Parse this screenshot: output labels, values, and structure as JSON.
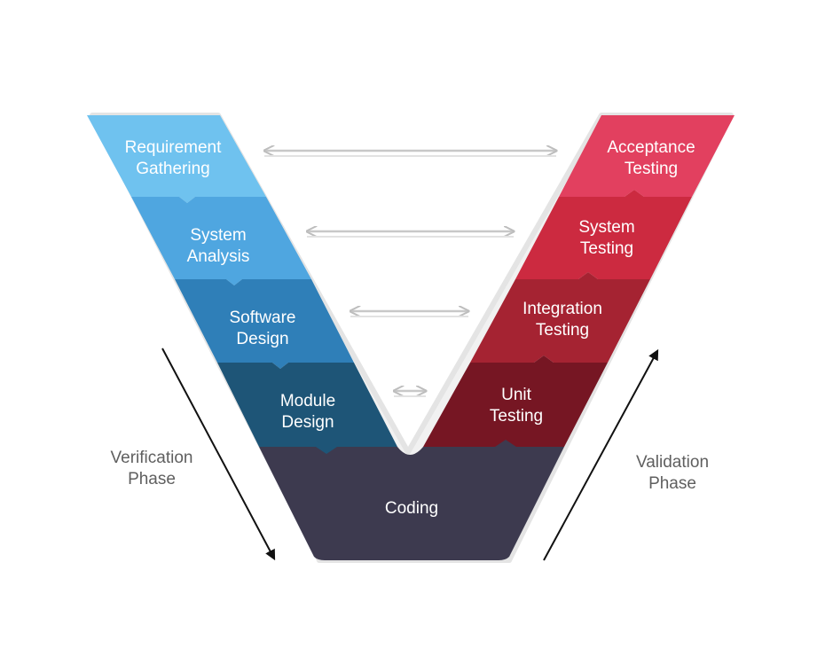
{
  "diagram": {
    "verification_phase": {
      "label_line1": "Verification",
      "label_line2": "Phase",
      "stages": [
        {
          "line1": "Requirement",
          "line2": "Gathering",
          "color": "#6fc2ef"
        },
        {
          "line1": "System",
          "line2": "Analysis",
          "color": "#4fa6e0"
        },
        {
          "line1": "Software",
          "line2": "Design",
          "color": "#2f7fb8"
        },
        {
          "line1": "Module",
          "line2": "Design",
          "color": "#1e5577"
        }
      ]
    },
    "validation_phase": {
      "label_line1": "Validation",
      "label_line2": "Phase",
      "stages": [
        {
          "line1": "Acceptance",
          "line2": "Testing",
          "color": "#e2405f"
        },
        {
          "line1": "System",
          "line2": "Testing",
          "color": "#cc2a40"
        },
        {
          "line1": "Integration",
          "line2": "Testing",
          "color": "#a52332"
        },
        {
          "line1": "Unit",
          "line2": "Testing",
          "color": "#761623"
        }
      ]
    },
    "coding": {
      "label": "Coding",
      "color": "#3d3a4f"
    },
    "links": [
      {
        "from": "Requirement Gathering",
        "to": "Acceptance Testing"
      },
      {
        "from": "System Analysis",
        "to": "System Testing"
      },
      {
        "from": "Software Design",
        "to": "Integration Testing"
      },
      {
        "from": "Module Design",
        "to": "Unit Testing"
      }
    ],
    "link_color": "#c8c8c8",
    "phase_arrow_color": "#111111"
  }
}
